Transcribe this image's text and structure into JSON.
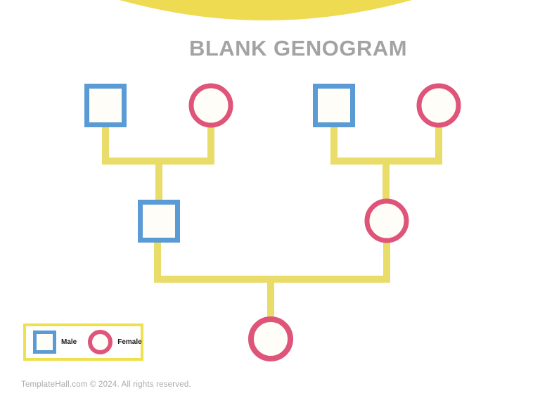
{
  "title": "BLANK GENOGRAM",
  "footer": "TemplateHall.com © 2024. All rights reserved.",
  "legend": {
    "male_label": "Male",
    "female_label": "Female"
  },
  "colors": {
    "male_blue": "#5B9BD5",
    "female_pink": "#DF5479",
    "connector_yellow": "#E9DC68",
    "banner_yellow": "#EEDB52",
    "legend_border_yellow": "#EFE04E",
    "shape_fill": "#FFFDF8",
    "title_gray": "#A3A3A3",
    "footer_gray": "#ABABAB"
  },
  "genogram": {
    "generations": 3,
    "nodes": [
      {
        "id": "grandfather-left",
        "shape": "square",
        "gender": "male",
        "generation": 1,
        "label": ""
      },
      {
        "id": "grandmother-left",
        "shape": "circle",
        "gender": "female",
        "generation": 1,
        "label": ""
      },
      {
        "id": "grandfather-right",
        "shape": "square",
        "gender": "male",
        "generation": 1,
        "label": ""
      },
      {
        "id": "grandmother-right",
        "shape": "circle",
        "gender": "female",
        "generation": 1,
        "label": ""
      },
      {
        "id": "father",
        "shape": "square",
        "gender": "male",
        "generation": 2,
        "label": ""
      },
      {
        "id": "mother",
        "shape": "circle",
        "gender": "female",
        "generation": 2,
        "label": ""
      },
      {
        "id": "child",
        "shape": "circle",
        "gender": "female",
        "generation": 3,
        "label": ""
      }
    ]
  }
}
